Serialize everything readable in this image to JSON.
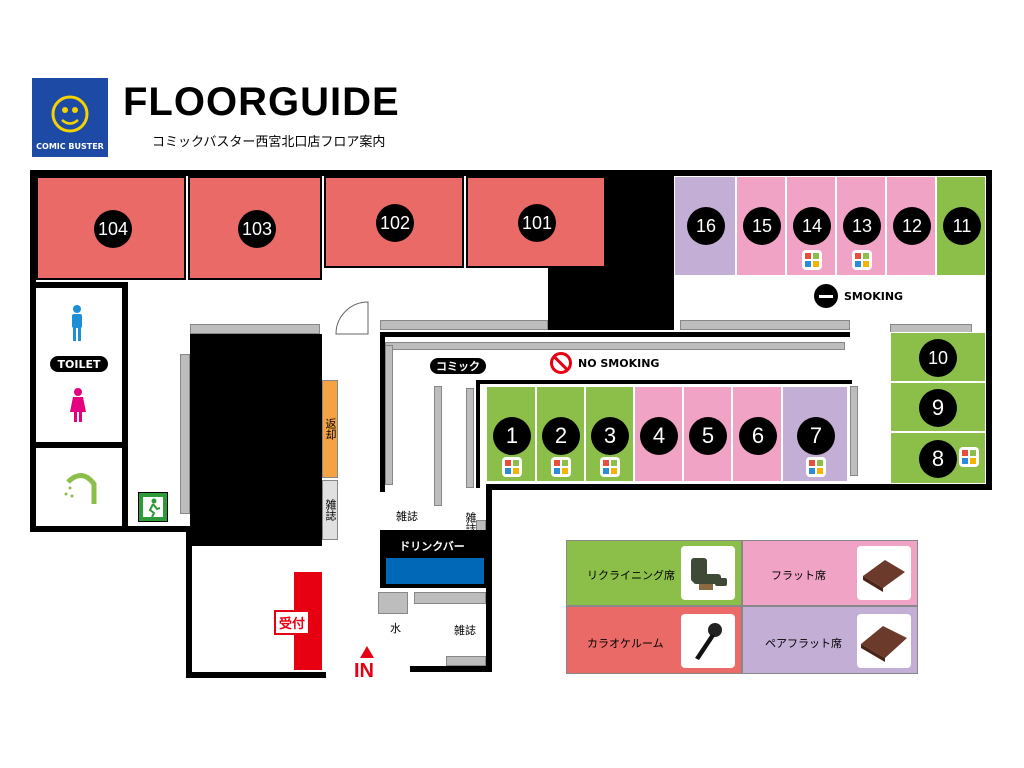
{
  "header": {
    "logo_text": "COMIC BUSTER",
    "title": "FLOORGUIDE",
    "subtitle": "コミックバスター西宮北口店フロア案内"
  },
  "rooms_top": [
    "104",
    "103",
    "102",
    "101"
  ],
  "booths_top": [
    {
      "num": "16",
      "type": "pair"
    },
    {
      "num": "15",
      "type": "flat"
    },
    {
      "num": "14",
      "type": "flat",
      "karaoke": true
    },
    {
      "num": "13",
      "type": "flat",
      "karaoke": true
    },
    {
      "num": "12",
      "type": "flat"
    },
    {
      "num": "11",
      "type": "recliner"
    }
  ],
  "booths_middle": [
    {
      "num": "1",
      "type": "recliner",
      "karaoke": true
    },
    {
      "num": "2",
      "type": "recliner",
      "karaoke": true
    },
    {
      "num": "3",
      "type": "recliner",
      "karaoke": true
    },
    {
      "num": "4",
      "type": "flat"
    },
    {
      "num": "5",
      "type": "flat"
    },
    {
      "num": "6",
      "type": "flat"
    },
    {
      "num": "7",
      "type": "pair",
      "karaoke": true
    }
  ],
  "booths_right": [
    {
      "num": "10",
      "type": "recliner"
    },
    {
      "num": "9",
      "type": "recliner"
    },
    {
      "num": "8",
      "type": "recliner",
      "karaoke": true
    }
  ],
  "labels": {
    "toilet": "TOILET",
    "smoking": "SMOKING",
    "no_smoking": "NO SMOKING",
    "comic": "コミック",
    "return": "返却",
    "magazine1": "雑誌",
    "magazine2": "雑誌",
    "magazine3": "雑誌",
    "magazine4": "雑誌",
    "drinkbar": "ドリンクバー",
    "water": "水",
    "reception": "受付",
    "entrance": "IN"
  },
  "legend": {
    "recliner": "リクライニング席",
    "flat": "フラット席",
    "karaoke": "カラオケルーム",
    "pair_flat": "ペアフラット席"
  },
  "colors": {
    "room_red": "#e96a66",
    "recliner_green": "#8cbf4a",
    "flat_pink": "#f0a3c4",
    "pair_purple": "#c3aed6",
    "logo_blue": "#1c4aa5",
    "reception_red": "#e60012",
    "drinkbar_blue": "#0068b7"
  }
}
